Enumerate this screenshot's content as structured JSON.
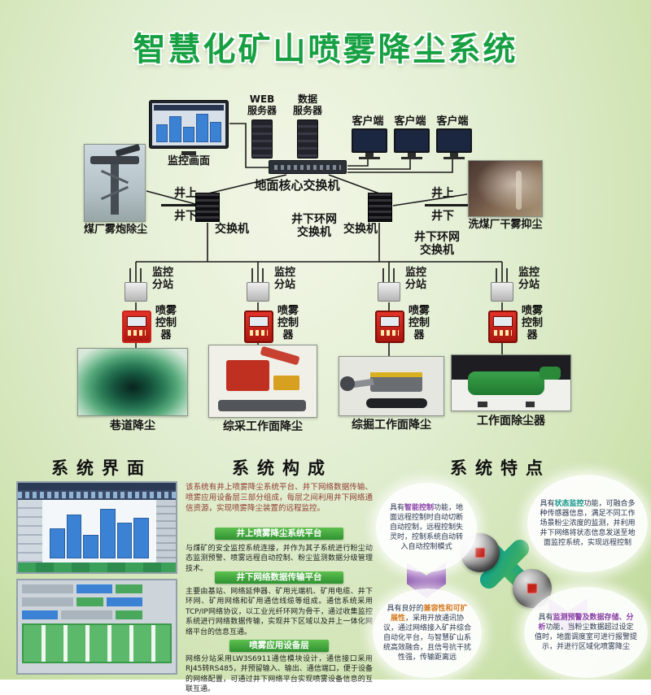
{
  "title": "智慧化矿山喷雾降尘系统",
  "colors": {
    "title_green": "#17a042",
    "accent_green_pill": "#3aa43a",
    "controller_red": "#cc241c",
    "bar_blue": "#3b82d4"
  },
  "topology": {
    "monitor_label": "监控画面",
    "monitor_bars": [
      55,
      82,
      45,
      90,
      62
    ],
    "web_server_label": "WEB\n服务器",
    "data_server_label": "数据\n服务器",
    "client_labels": [
      "客户端",
      "客户端",
      "客户端"
    ],
    "core_switch_label": "地面核心交换机",
    "surface_label": "井上",
    "underground_label": "井下",
    "coal_plant_label": "煤厂雾炮除尘",
    "switch_label": "交换机",
    "ring_switch_label": "井下环网\n交换机",
    "washery_label": "洗煤厂干雾抑尘",
    "substation_label": "监控\n分站",
    "controller_label": "喷雾\n控制\n器",
    "scene_labels": [
      "巷道降尘",
      "综采工作面降尘",
      "综掘工作面降尘",
      "工作面除尘器"
    ]
  },
  "sections": {
    "interface": {
      "title": "系统界面",
      "screenshot1_bars": [
        52,
        78,
        40,
        88,
        62,
        72
      ]
    },
    "composition": {
      "title": "系统构成",
      "intro": "该系统有井上喷雾降尘系统平台、井下网络数据传输、喷雾应用设备层三部分组成，每层之间利用井下网络通信资源，实现喷雾降尘装置的远程监控。",
      "blocks": [
        {
          "heading": "井上喷雾降尘系统平台",
          "body": "与煤矿的安全监控系统连接，并作为其子系统进行粉尘动态监测预警、喷雾远程自动控制、粉尘监测数据分级管理技术。"
        },
        {
          "heading": "井下网络数据传输平台",
          "body": "主要由基站、网络延伸器、矿用光端机、矿用电缆、井下环网、矿用网络和矿用通信线缆等组成。通信系统采用TCP/IP网络协议，以工业光纤环网为骨干，通过收集监控系统进行网络数据传输，实现井下区域以及井上一体化网络平台的信息互通。"
        },
        {
          "heading": "喷雾应用设备层",
          "body": "网络分站采用LW3S6911通信模块设计，通信接口采用RJ45转RS485，并预留输入、输出、通信端口，便于设备的网络配置，可通过井下网络平台实现喷雾设备信息的互联互通。"
        }
      ]
    },
    "features": {
      "title": "系统特点",
      "items": [
        {
          "pre": "具有",
          "hl": "智能控制",
          "post": "功能，地面远程控制时自动切断自动控制，远程控制失灵时，控制系统自动转入自动控制模式",
          "color": "#8a3fa8"
        },
        {
          "pre": "具有",
          "hl": "状态监控",
          "post": "功能，可融合多种传感器信息，满足不同工作场景粉尘浓度的监测，并利用井下网络将状态信息发送至地面监控系统，实现远程控制",
          "color": "#0f9488"
        },
        {
          "pre": "具有良好的",
          "hl": "兼容性和可扩展性",
          "post": "，采用开放通讯协议，通过网络接入矿井综合自动化平台，与智慧矿山系统高效融合，且信号抗干扰性强，传输距离远",
          "color": "#d4781e"
        },
        {
          "pre": "具有",
          "hl": "监测预警及数据存储、分析",
          "post": "功能，当粉尘数据超过设定值时，地面调度室可进行报警提示，并进行区域化喷雾降尘",
          "color": "#8a3fa8"
        }
      ]
    }
  }
}
